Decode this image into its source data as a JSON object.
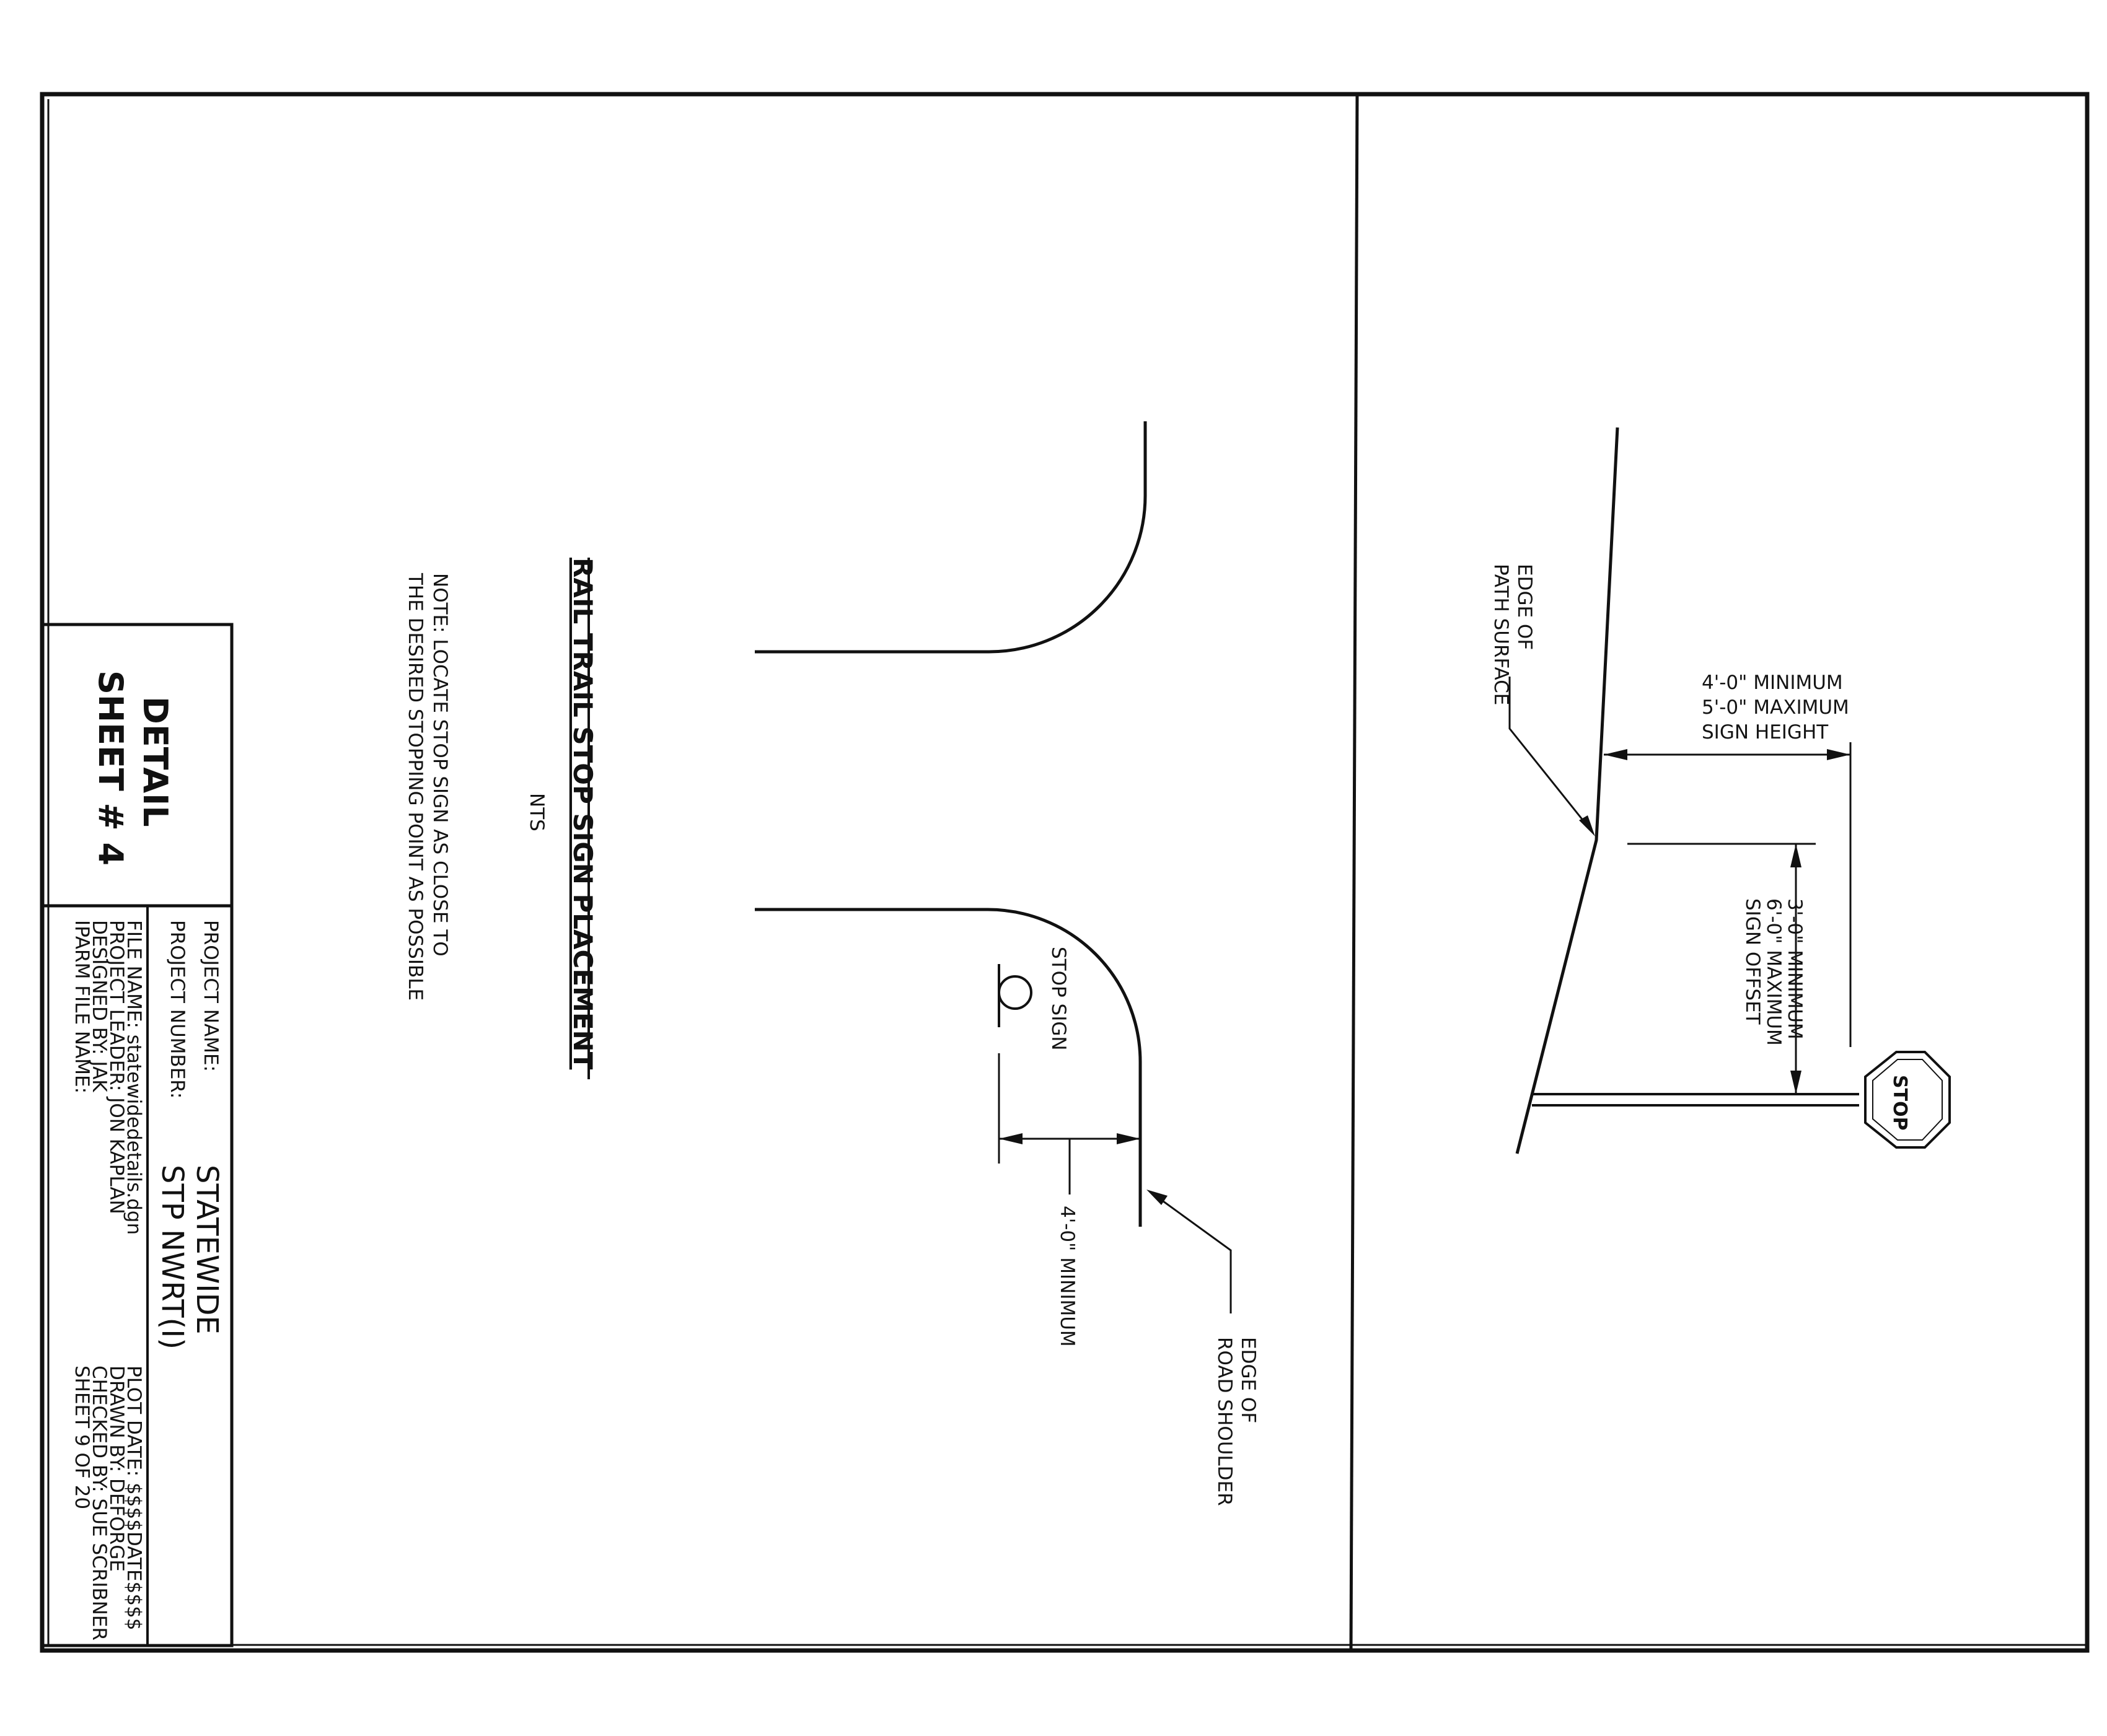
{
  "drawing": {
    "title": "RAIL TRAIL STOP SIGN PLACEMENT",
    "scale": "NTS",
    "note_line1": "NOTE: LOCATE STOP SIGN AS CLOSE TO",
    "note_line2": "THE DESIRED STOPPING POINT AS POSSIBLE"
  },
  "plan_view": {
    "stop_sign_label": "STOP SIGN",
    "offset_label": "4'-0\" MINIMUM",
    "shoulder_label_line1": "EDGE OF",
    "shoulder_label_line2": "ROAD SHOULDER"
  },
  "elevation_view": {
    "path_label_line1": "EDGE OF",
    "path_label_line2": "PATH SURFACE",
    "height_line1": "4'-0\" MINIMUM",
    "height_line2": "5'-0\" MAXIMUM",
    "height_line3": "SIGN HEIGHT",
    "offset_line1": "3'-0\" MINIMUM",
    "offset_line2": "6'-0\" MAXIMUM",
    "offset_line3": "SIGN OFFSET",
    "sign_text": "STOP"
  },
  "title_block": {
    "detail_title": "DETAIL",
    "sheet_title": "SHEET # 4",
    "project_name_label": "PROJECT NAME:",
    "project_name_value": "STATEWIDE",
    "project_number_label": "PROJECT NUMBER:",
    "project_number_value": "STP NWRT(I)",
    "file_name": "FILE NAME: statewidedetails.dgn",
    "project_leader": "PROJECT LEADER: JON KAPLAN",
    "designed_by": "DESIGNED BY:    JAK",
    "iparm_file": "IPARM FILE NAME:",
    "plot_date": "PLOT DATE: $$$$DATE$$$$",
    "drawn_by": "DRAWN BY:   DEFORGE",
    "checked_by": "CHECKED BY:  SUE SCRIBNER",
    "sheet_count": "SHEET    9   OF   20"
  }
}
